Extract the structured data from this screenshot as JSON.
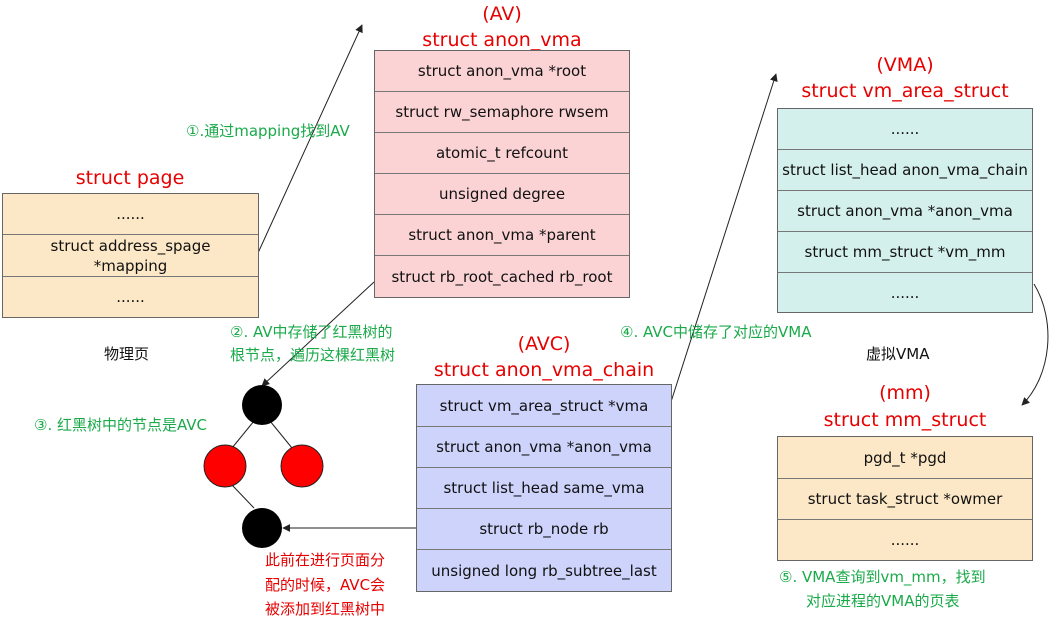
{
  "page": {
    "title": "struct page",
    "fields": [
      "......",
      "struct address_spage *mapping",
      "......"
    ],
    "caption": "物理页"
  },
  "anon_vma": {
    "tag": "(AV)",
    "title": "struct anon_vma",
    "fields": [
      "struct anon_vma *root",
      "struct rw_semaphore rwsem",
      "atomic_t refcount",
      "unsigned degree",
      "struct anon_vma *parent",
      "struct rb_root_cached  rb_root"
    ]
  },
  "vma": {
    "tag": "(VMA)",
    "title": "struct vm_area_struct",
    "fields": [
      "......",
      "struct list_head anon_vma_chain",
      "struct anon_vma *anon_vma",
      "struct mm_struct *vm_mm",
      "......"
    ],
    "caption": "虚拟VMA"
  },
  "avc": {
    "tag": "(AVC)",
    "title": "struct anon_vma_chain",
    "fields": [
      "struct vm_area_struct *vma",
      "struct anon_vma *anon_vma",
      "struct list_head same_vma",
      "struct rb_node rb",
      "unsigned long rb_subtree_last"
    ]
  },
  "mm": {
    "tag": "(mm)",
    "title": "struct mm_struct",
    "fields": [
      "pgd_t *pgd",
      "struct task_struct *owmer",
      "......"
    ]
  },
  "notes": {
    "step1": "①.通过mapping找到AV",
    "step2_line1": "②. AV中存储了红黑树的",
    "step2_line2": "根节点，遍历这棵红黑树",
    "step3": "③. 红黑树中的节点是AVC",
    "step4": "④. AVC中储存了对应的VMA",
    "step5_line1": "⑤. VMA查询到vm_mm，找到",
    "step5_line2": "对应进程的VMA的页表",
    "red_line1": "此前在进行页面分",
    "red_line2": "配的时候，AVC会",
    "red_line3": "被添加到红黑树中"
  },
  "colors": {
    "page_fill": "#fce8c6",
    "anon_vma_fill": "#fbd3d5",
    "vma_fill": "#d4f0ec",
    "avc_fill": "#cdd3fb",
    "mm_fill": "#fce8c6",
    "title_red": "#e60000",
    "note_green": "#1aaa4a",
    "node_black": "#000000",
    "node_red": "#ff0000"
  }
}
